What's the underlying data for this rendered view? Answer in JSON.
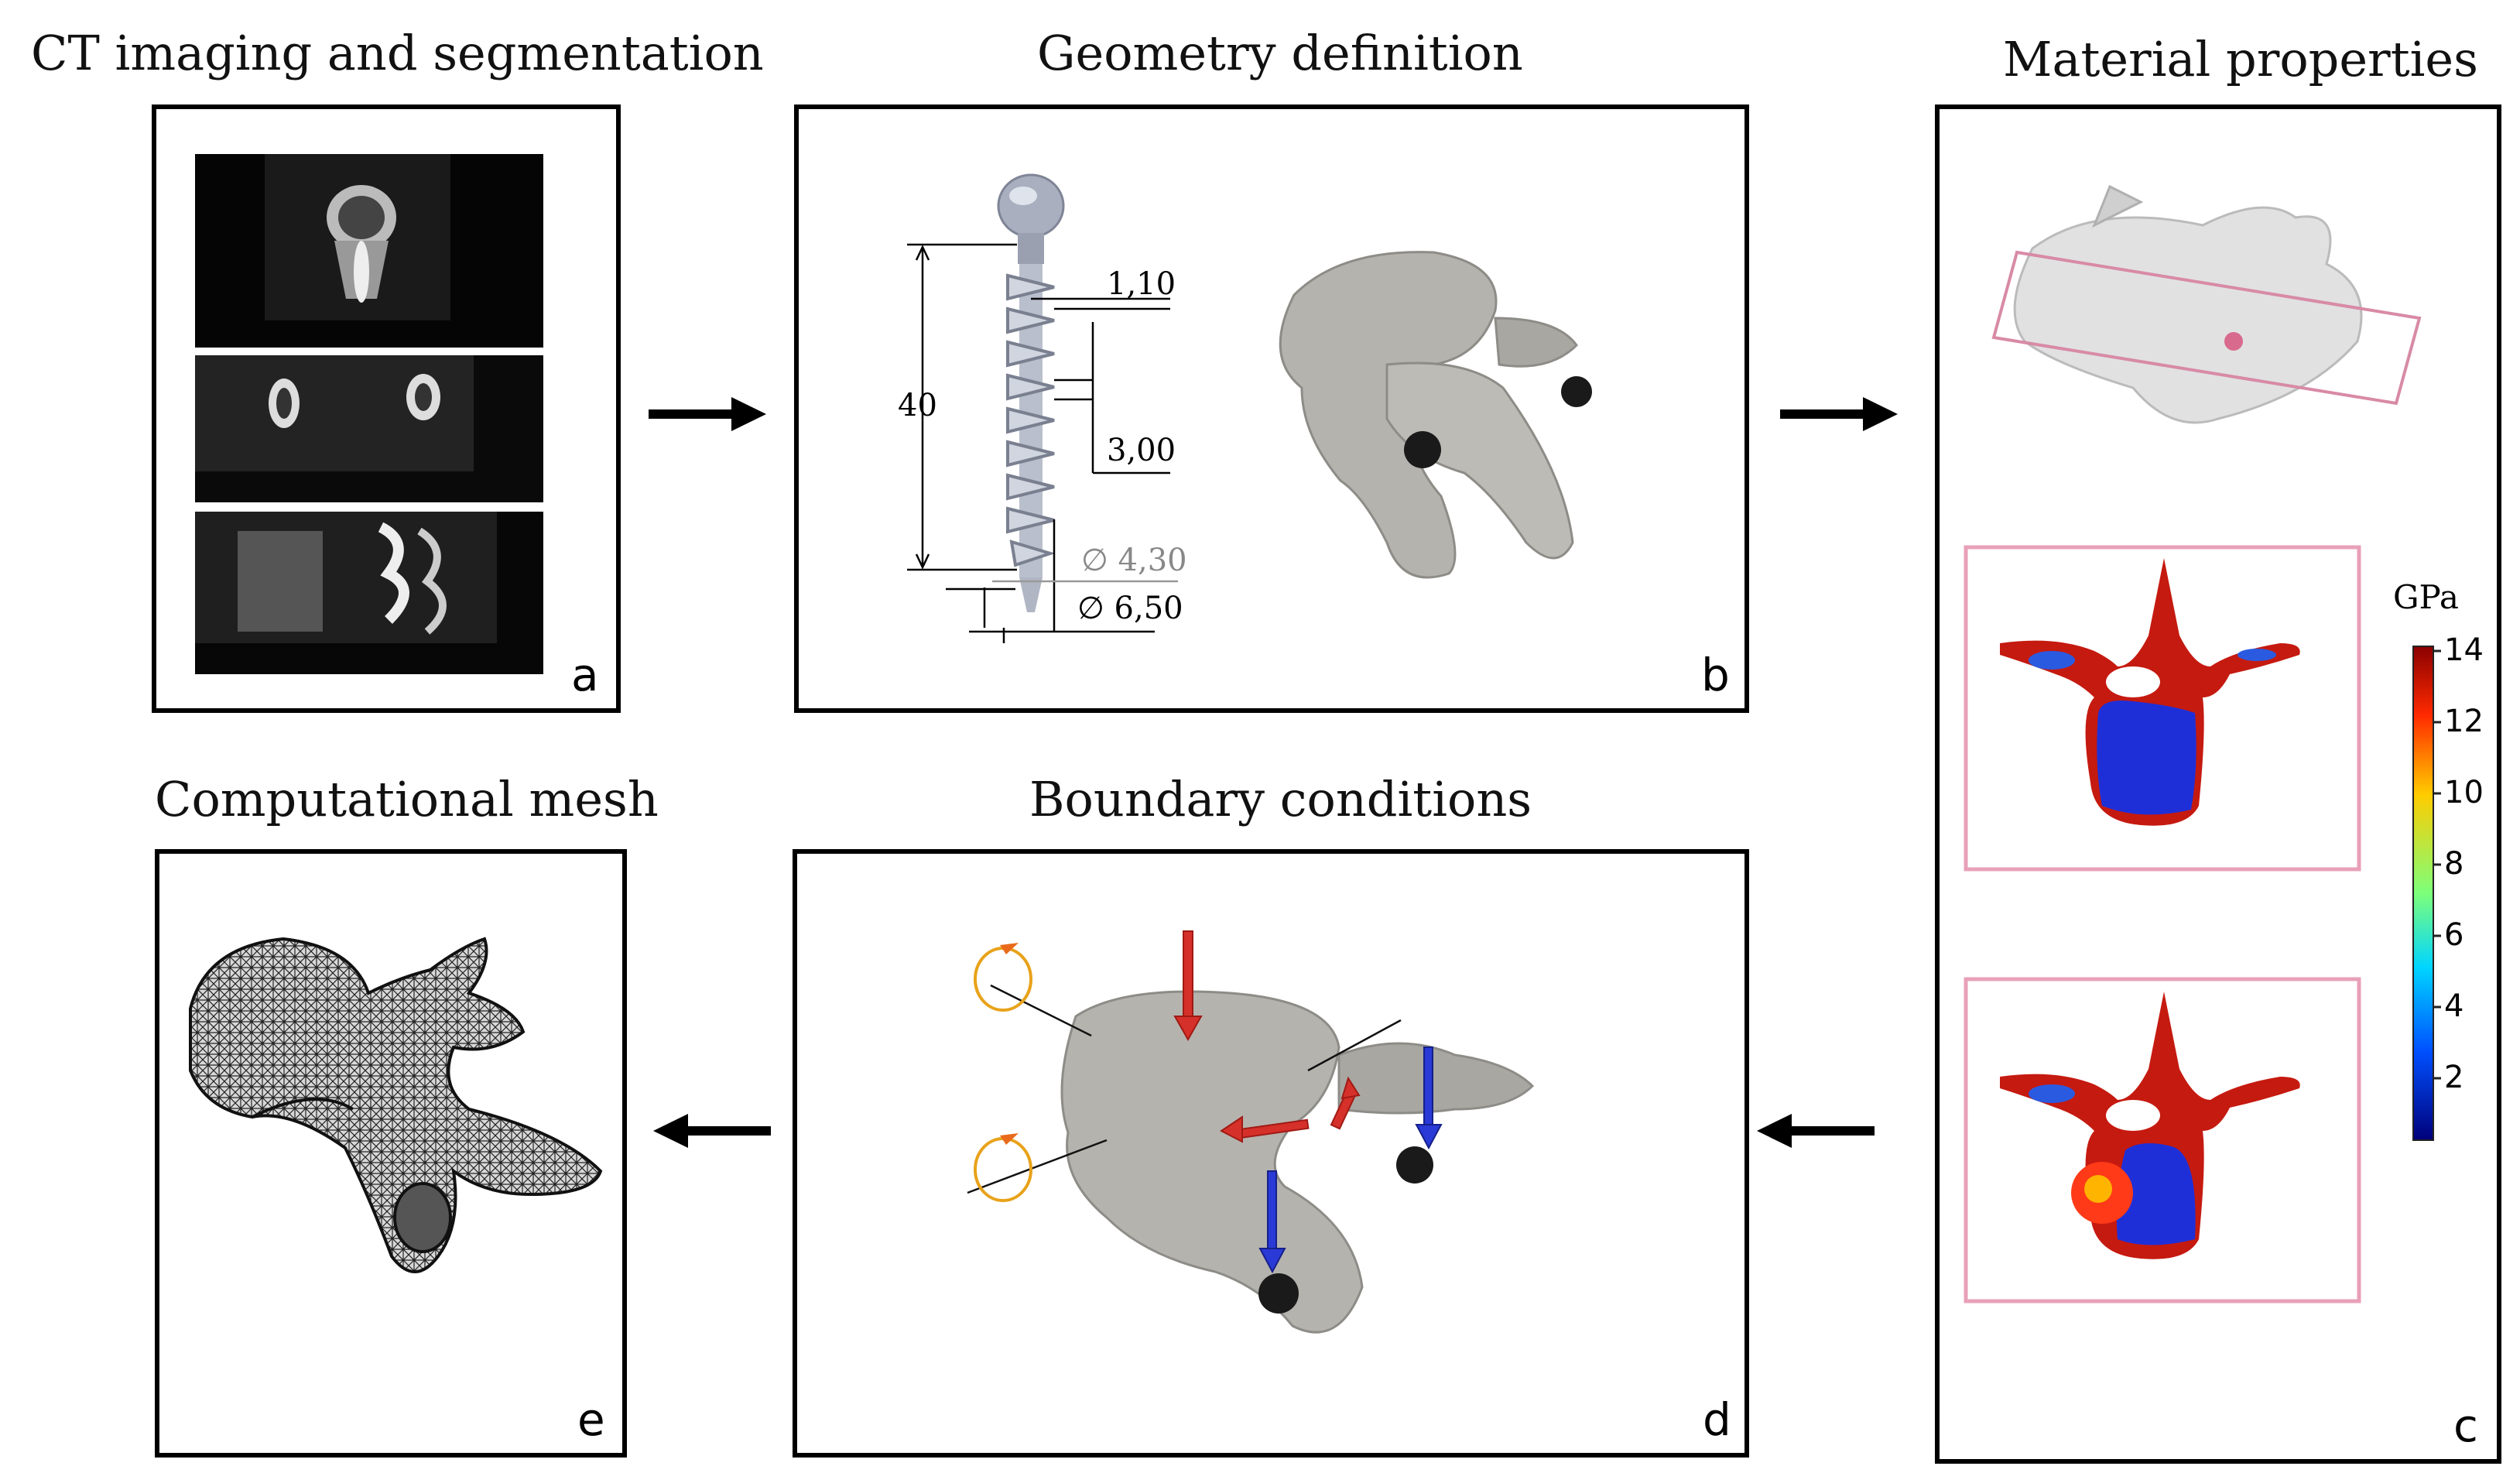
{
  "titles": {
    "a": "CT imaging and segmentation",
    "b": "Geometry definition",
    "c": "Material properties",
    "d": "Boundary conditions",
    "e": "Computational mesh"
  },
  "labels": {
    "a": "a",
    "b": "b",
    "c": "c",
    "d": "d",
    "e": "e"
  },
  "dimensions": {
    "length": "40",
    "pitch_top": "1,10",
    "pitch": "3,00",
    "inner_d": "∅ 4,30",
    "outer_d": "∅ 6,50"
  },
  "colorbar": {
    "unit": "GPa",
    "ticks": [
      "14",
      "12",
      "10",
      "8",
      "6",
      "4",
      "2"
    ],
    "colors": [
      "#8b0000",
      "#ff2a00",
      "#ffcc00",
      "#7dff7a",
      "#00d5ff",
      "#0050ff",
      "#00007a"
    ]
  },
  "colors": {
    "frame": "#000000",
    "pink": "#e8a0b8",
    "bone": "#b5b3ae",
    "red_arrow": "#d6302a",
    "blue_arrow": "#2a3ad6",
    "orange": "#e8a21a"
  }
}
